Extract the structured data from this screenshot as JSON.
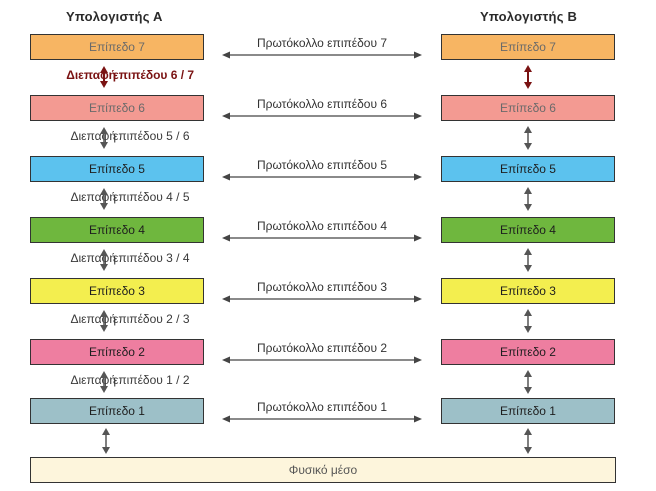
{
  "computer_a": "Υπολογιστής Α",
  "computer_b": "Υπολογιστής Β",
  "physical_medium": "Φυσικό μέσο",
  "interface_word": "Διεπαφή",
  "layers": [
    {
      "label": "Επίπεδο 7",
      "protocol": "Πρωτόκολλο επιπέδου 7",
      "color": "#f7b563"
    },
    {
      "label": "Επίπεδο 6",
      "protocol": "Πρωτόκολλο επιπέδου 6",
      "color": "#f39a92"
    },
    {
      "label": "Επίπεδο 5",
      "protocol": "Πρωτόκολλο επιπέδου 5",
      "color": "#5cc2ee"
    },
    {
      "label": "Επίπεδο 4",
      "protocol": "Πρωτόκολλο επιπέδου 4",
      "color": "#6fb73e"
    },
    {
      "label": "Επίπεδο 3",
      "protocol": "Πρωτόκολλο επιπέδου 3",
      "color": "#f3ee4f"
    },
    {
      "label": "Επίπεδο 2",
      "protocol": "Πρωτόκολλο επιπέδου 2",
      "color": "#ee7ea0"
    },
    {
      "label": "Επίπεδο 1",
      "protocol": "Πρωτόκολλο επιπέδου 1",
      "color": "#9dc0c8"
    }
  ],
  "interfaces": [
    {
      "label": "επιπέδου 6 / 7"
    },
    {
      "label": "επιπέδου 5 / 6"
    },
    {
      "label": "επιπέδου 4 / 5"
    },
    {
      "label": "επιπέδου 3 / 4"
    },
    {
      "label": "επιπέδου 2 / 3"
    },
    {
      "label": "επιπέδου 1 / 2"
    }
  ]
}
